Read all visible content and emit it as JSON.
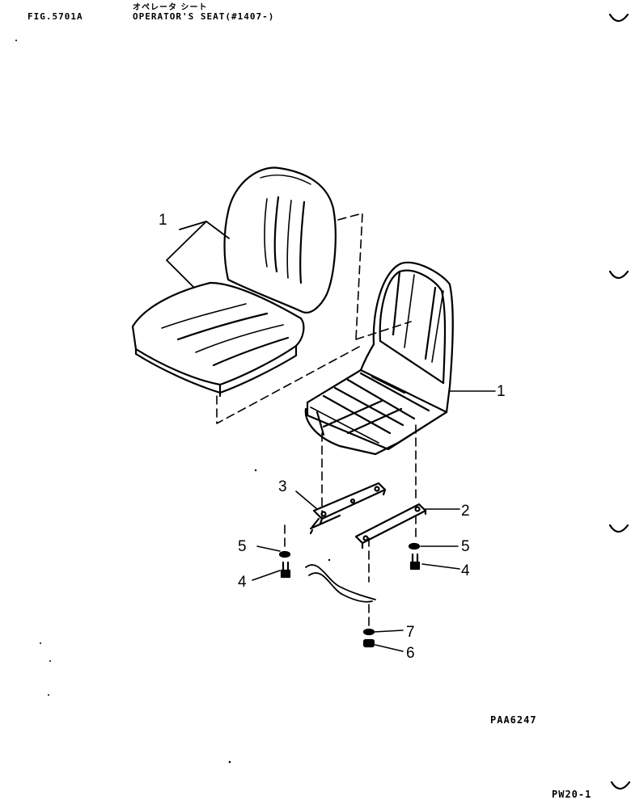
{
  "header": {
    "figure": "FIG.5701A",
    "title_jp": "オペレータ シート",
    "title_en": "OPERATOR'S SEAT(#1407-)"
  },
  "callouts": {
    "seat_cushion_set": "1",
    "seat_frame": "1",
    "rail_right": "2",
    "rail_left": "3",
    "bolt_left": "4",
    "bolt_right": "4",
    "washer_left": "5",
    "washer_right": "5",
    "nut": "6",
    "washer_lower": "7"
  },
  "footer": {
    "drawing_code": "PAA6247",
    "page": "PW20-1"
  }
}
